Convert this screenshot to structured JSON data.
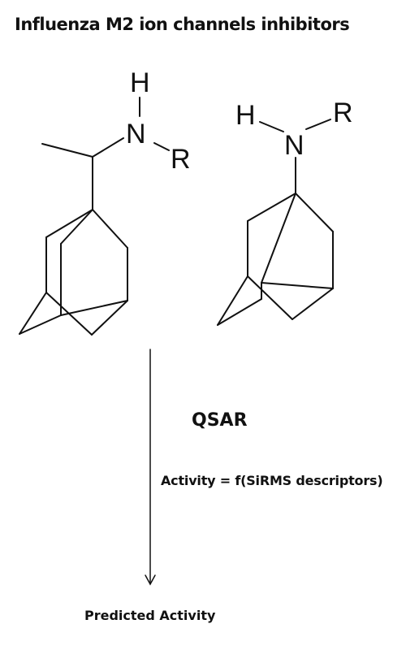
{
  "title": "Influenza M2 ion channels inhibitors",
  "molecule_left": {
    "atom_h": "H",
    "atom_n": "N",
    "atom_r": "R"
  },
  "molecule_right": {
    "atom_h": "H",
    "atom_n": "N",
    "atom_r": "R"
  },
  "method_label": "QSAR",
  "formula": "Activity = f(SiRMS descriptors)",
  "result_label": "Predicted Activity"
}
